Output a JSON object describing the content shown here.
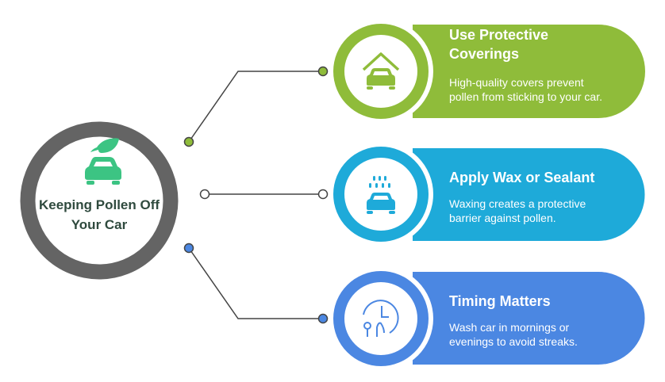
{
  "title": "Keeping Pollen Off Your Car",
  "colors": {
    "ring": "#646464",
    "green": "#8fbc3a",
    "cyan": "#1eaad9",
    "blue": "#4b87e2",
    "icon_center": "#3cc483",
    "text_dark": "#2f4a3e"
  },
  "center_icon": "leaf-car-icon",
  "items": [
    {
      "title": "Use Protective Coverings",
      "description": "High-quality covers prevent pollen from sticking to your car.",
      "icon": "car-garage-icon"
    },
    {
      "title": "Apply Wax or Sealant",
      "description": "Waxing creates a protective barrier against pollen.",
      "icon": "car-wash-icon"
    },
    {
      "title": "Timing Matters",
      "description": "Wash car in mornings or evenings to avoid streaks.",
      "icon": "clock-trees-icon"
    }
  ]
}
